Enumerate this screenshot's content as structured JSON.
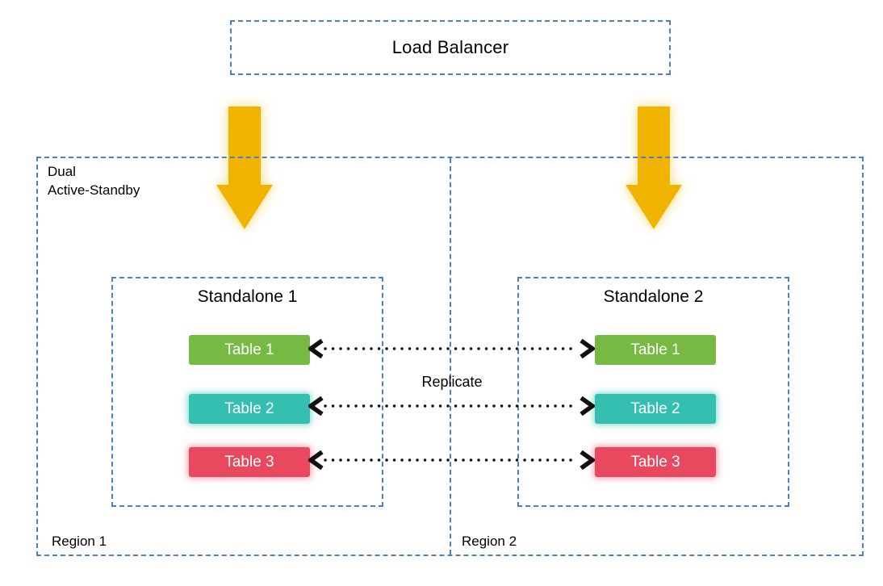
{
  "load_balancer": {
    "label": "Load Balancer"
  },
  "deployment_mode": {
    "line1": "Dual",
    "line2": "Active-Standby"
  },
  "replication": {
    "label": "Replicate"
  },
  "regions": [
    {
      "label": "Region 1",
      "standalone": {
        "title": "Standalone 1",
        "tables": [
          {
            "label": "Table 1",
            "color": "#76b943"
          },
          {
            "label": "Table 2",
            "color": "#35bfb0"
          },
          {
            "label": "Table 3",
            "color": "#e8495f"
          }
        ]
      }
    },
    {
      "label": "Region 2",
      "standalone": {
        "title": "Standalone 2",
        "tables": [
          {
            "label": "Table 1",
            "color": "#76b943"
          },
          {
            "label": "Table 2",
            "color": "#35bfb0"
          },
          {
            "label": "Table 3",
            "color": "#e8495f"
          }
        ]
      }
    }
  ],
  "icons": {
    "flow_arrow": "down-arrow-icon",
    "replication_arrow": "dotted-double-arrow-icon"
  },
  "colors": {
    "dashed_border": "#4d7ec9",
    "flow_arrow": "#f0b400",
    "table_green": "#76b943",
    "table_teal": "#35bfb0",
    "table_red": "#e8495f",
    "dotted_arrow": "#111111",
    "background": "#ffffff"
  }
}
